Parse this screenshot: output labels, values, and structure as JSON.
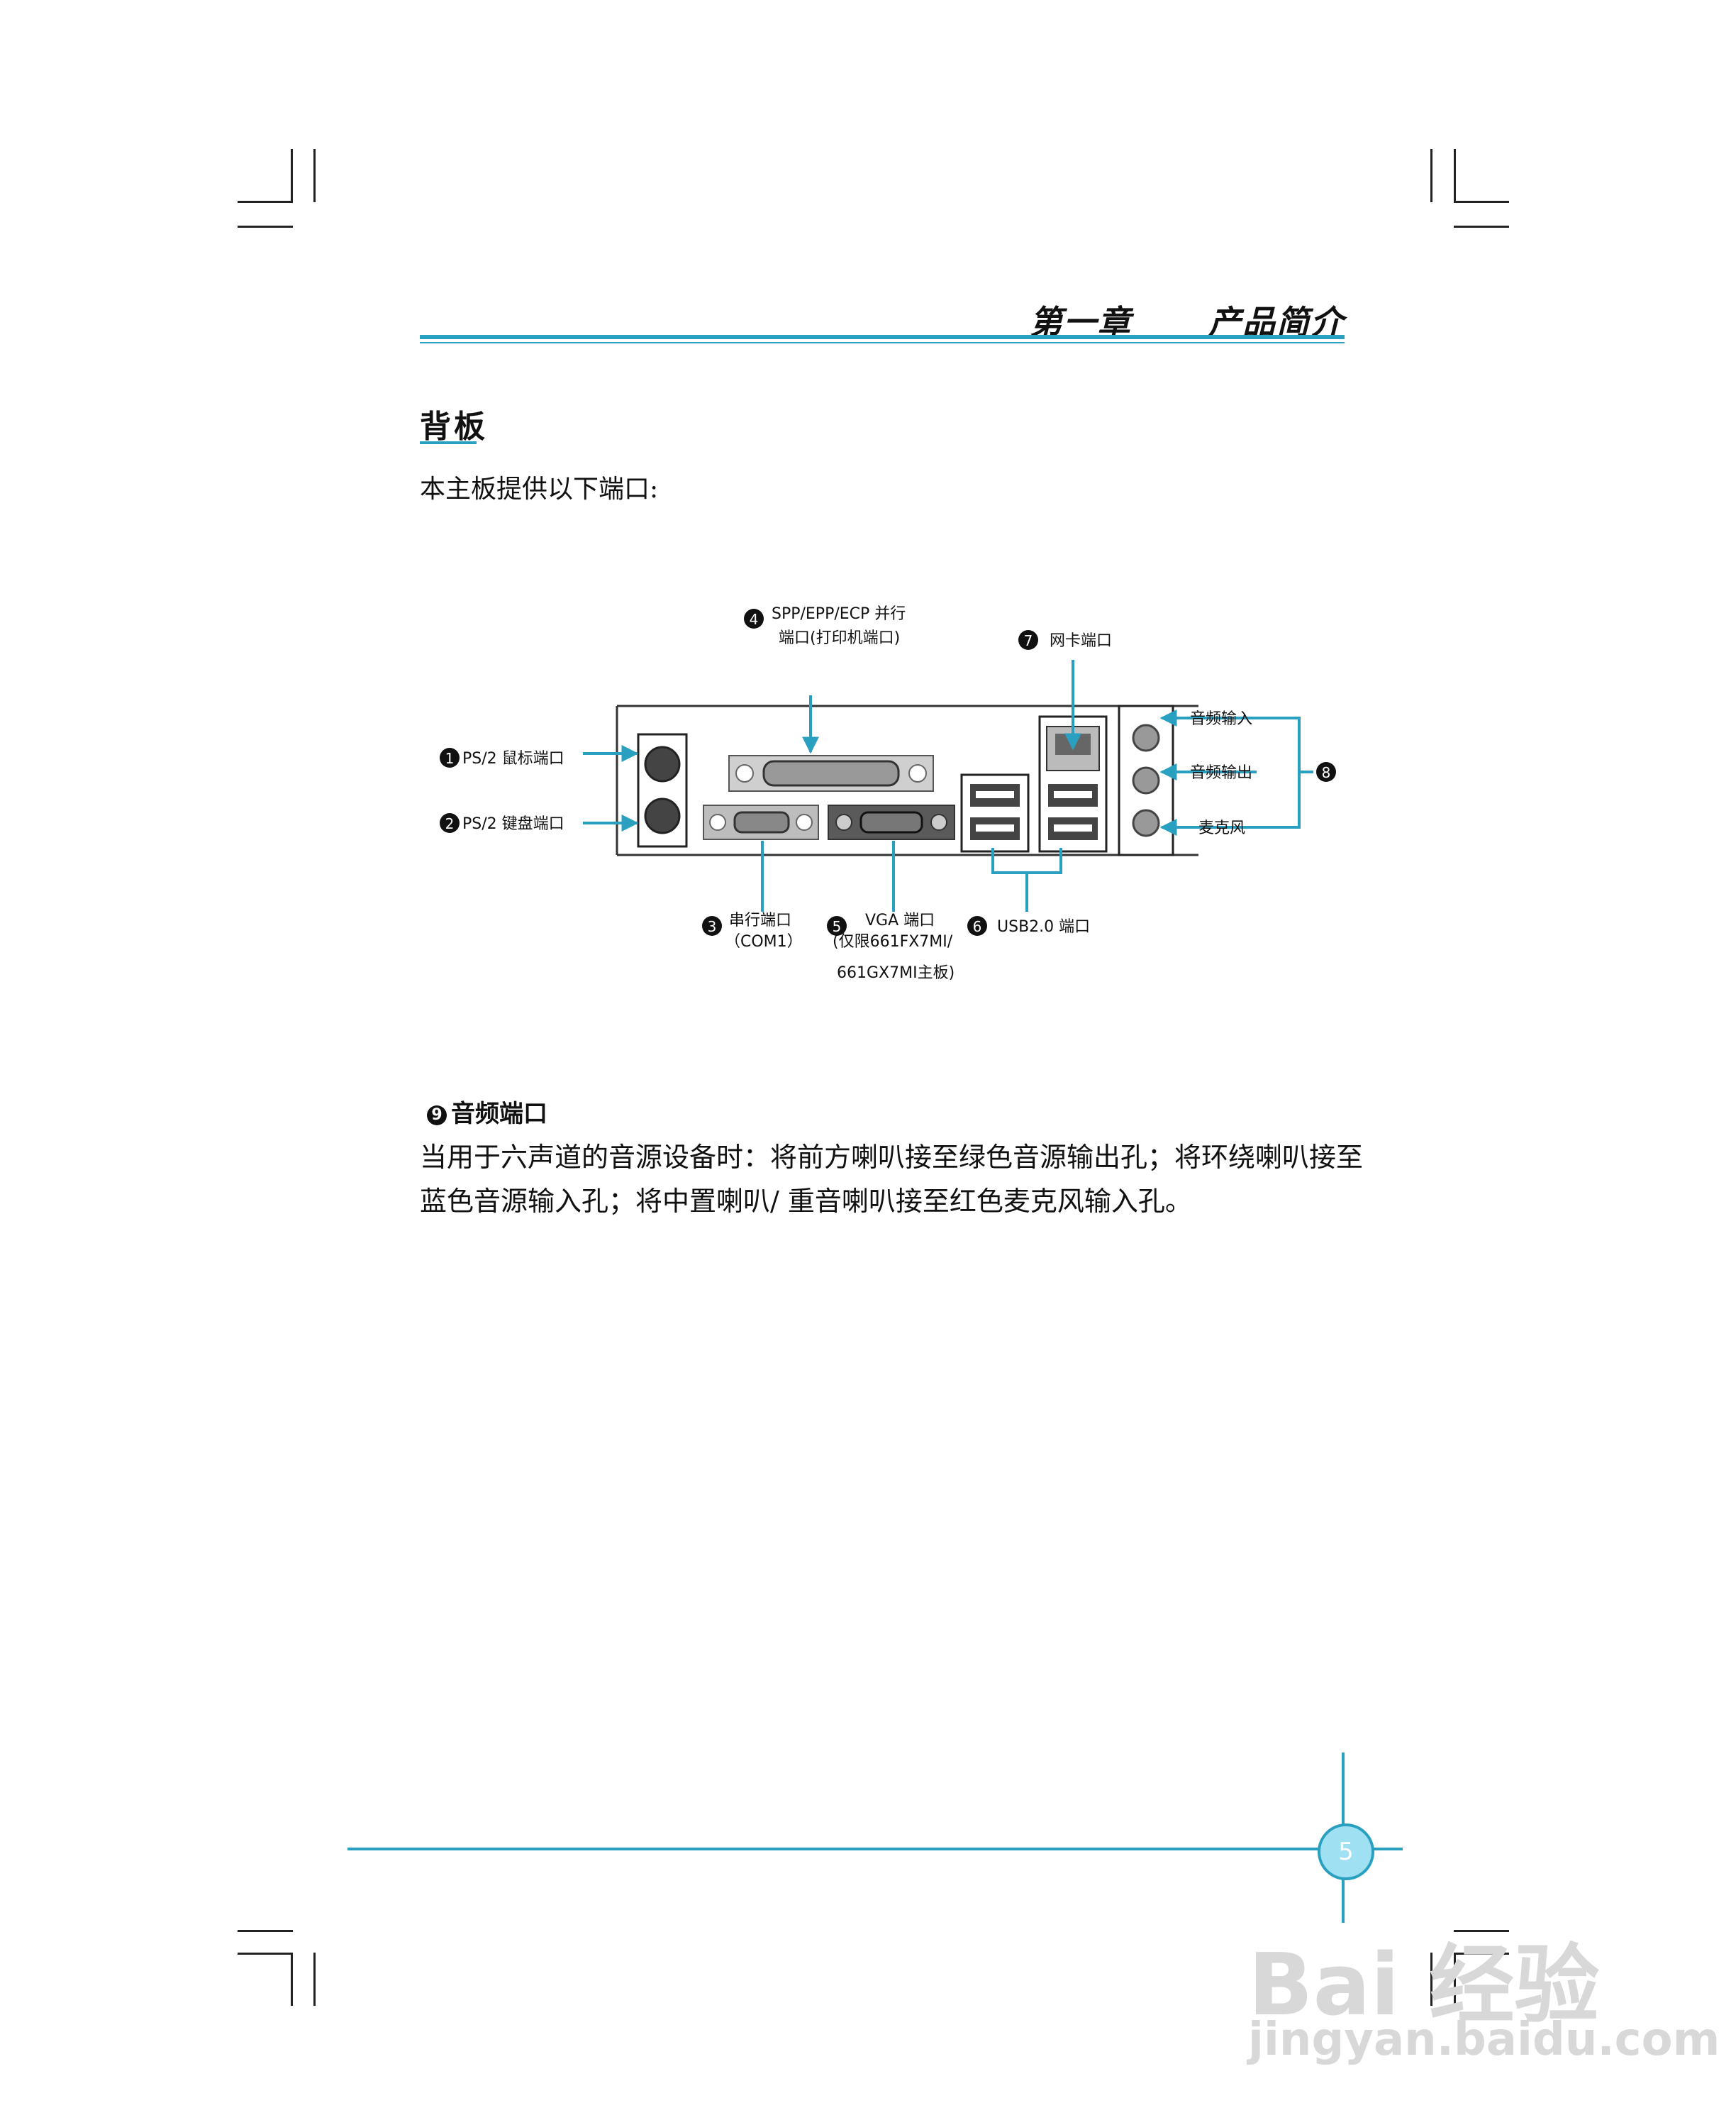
{
  "header": {
    "chapter": "第一章",
    "title": "产品简介"
  },
  "section": {
    "title": "背板",
    "intro": "本主板提供以下端口:"
  },
  "diagram": {
    "callouts": {
      "c1": {
        "num": "1",
        "label": "PS/2 鼠标端口"
      },
      "c2": {
        "num": "2",
        "label": "PS/2 键盘端口"
      },
      "c3": {
        "num": "3",
        "line1": "串行端口",
        "line2": "（COM1）"
      },
      "c4": {
        "num": "4",
        "line1": "SPP/EPP/ECP 并行",
        "line2": "端口(打印机端口)"
      },
      "c5": {
        "num": "5",
        "line1": "VGA 端口",
        "line2": "(仅限661FX7MI/",
        "line3": "661GX7MI主板)"
      },
      "c6": {
        "num": "6",
        "label": "USB2.0 端口"
      },
      "c7": {
        "num": "7",
        "label": "网卡端口"
      },
      "c8": {
        "num": "8",
        "audio_in": "音频输入",
        "audio_out": "音频输出",
        "mic": "麦克风"
      }
    }
  },
  "audio": {
    "num": "9",
    "title": "音频端口",
    "line1": "当用于六声道的音源设备时：将前方喇叭接至绿色音源输出孔；将环绕喇叭接至",
    "line2": "蓝色音源输入孔；将中置喇叭/ 重音喇叭接至红色麦克风输入孔。"
  },
  "footer": {
    "page": "5"
  },
  "watermark": {
    "brand": "Bai 经验",
    "url": "jingyan.baidu.com"
  },
  "colors": {
    "accent": "#2aa0c0"
  }
}
